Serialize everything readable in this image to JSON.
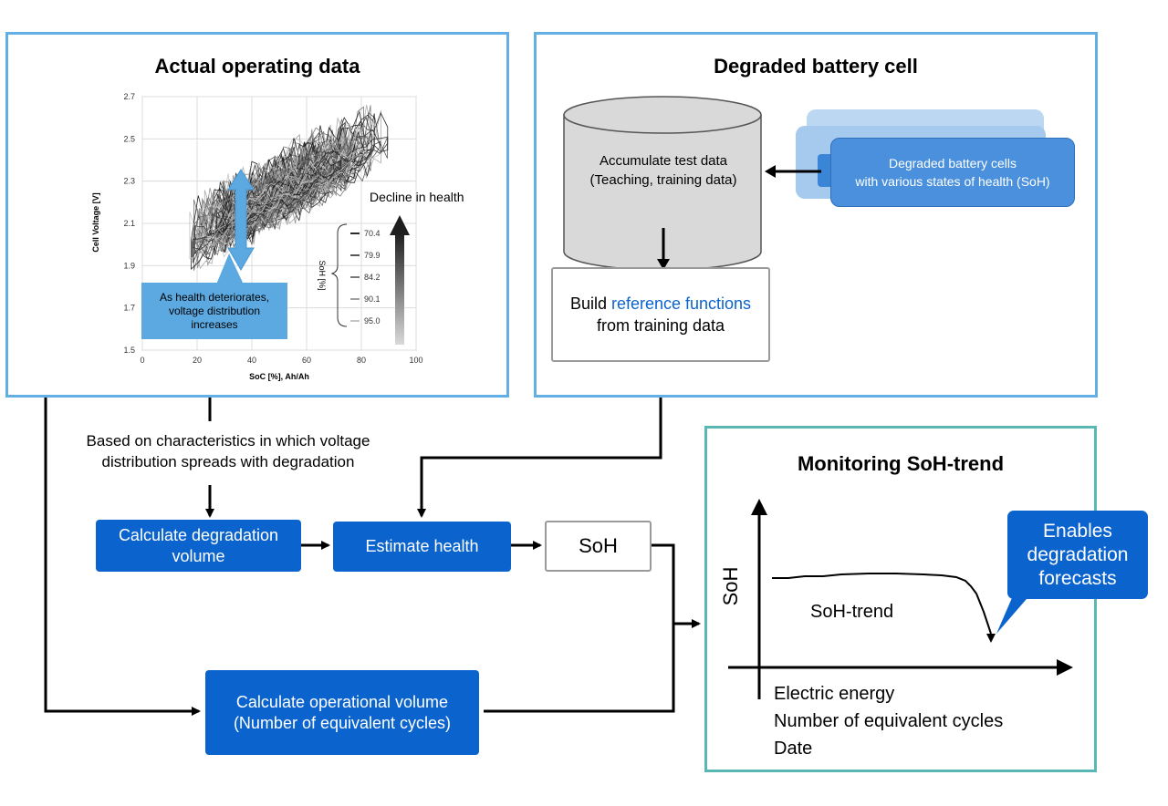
{
  "panels": {
    "operating": {
      "title": "Actual operating data"
    },
    "degraded": {
      "title": "Degraded battery cell"
    },
    "monitoring": {
      "title": "Monitoring SoH-trend"
    }
  },
  "scatter": {
    "ylabel": "Cell Voltage [V]",
    "xlabel": "SoC [%], Ah/Ah",
    "yticks": [
      "2.7",
      "2.5",
      "2.3",
      "2.1",
      "1.9",
      "1.7",
      "1.5"
    ],
    "xticks": [
      "0",
      "20",
      "40",
      "60",
      "80",
      "100"
    ],
    "legend_title": "SoH [%]",
    "legend": [
      "70.4",
      "79.9",
      "84.2",
      "90.1",
      "95.0"
    ],
    "decline_label": "Decline in health",
    "callout": [
      "As health deteriorates,",
      "voltage distribution",
      "increases"
    ]
  },
  "database": {
    "line1": "Accumulate test data",
    "line2": "(Teaching, training data)"
  },
  "cells": {
    "line1": "Degraded battery cells",
    "line2": "with various states of health (SoH)"
  },
  "build": {
    "prefix": "Build ",
    "highlight": "reference functions",
    "line2": "from training data"
  },
  "characteristics": {
    "line1": "Based on characteristics in which voltage",
    "line2": "distribution spreads with degradation"
  },
  "calc_degradation": {
    "line1": "Calculate degradation",
    "line2": "volume"
  },
  "estimate": {
    "label": "Estimate health"
  },
  "soh_box": {
    "label": "SoH"
  },
  "calc_operational": {
    "line1": "Calculate operational volume",
    "line2": "(Number of equivalent cycles)"
  },
  "trend": {
    "ylabel": "SoH",
    "curve_label": "SoH-trend",
    "xlabels": [
      "Electric energy",
      "Number of equivalent cycles",
      "Date"
    ],
    "forecast": [
      "Enables",
      "degradation",
      "forecasts"
    ]
  },
  "colors": {
    "panel_border": "#62afe3",
    "teal_border": "#5ab8b4",
    "accent_blue": "#0b63ce",
    "callout_blue": "#5ba9e0"
  }
}
